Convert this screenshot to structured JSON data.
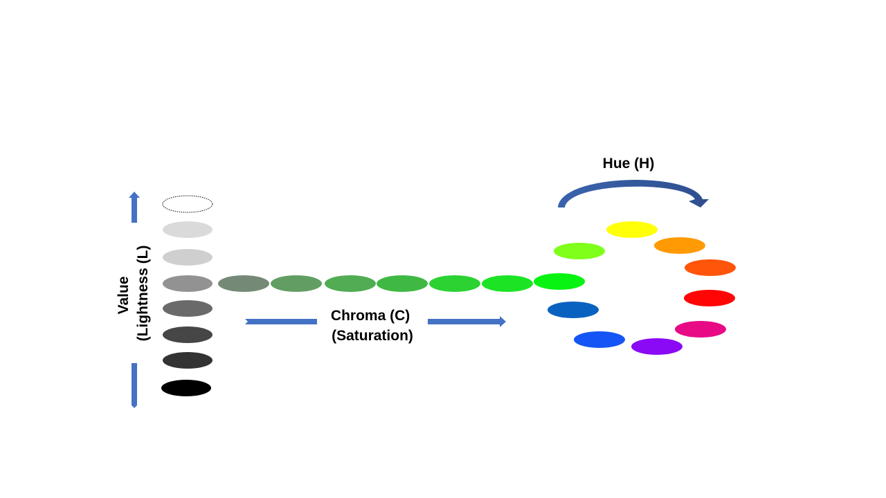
{
  "labels": {
    "value_line1": "Value",
    "value_line2": "(Lightness (L)",
    "chroma_line1": "Chroma (C)",
    "chroma_line2": "(Saturation)",
    "hue": "Hue (H)"
  },
  "colors": {
    "arrow": "#4472C4",
    "hue_arrow": "#3A60A8",
    "value_swatches": [
      "#FFFFFF",
      "#DADADA",
      "#CFCFCF",
      "#929292",
      "#6A6A6A",
      "#464646",
      "#333333",
      "#000000"
    ],
    "chroma_swatches": [
      "#758A76",
      "#629E64",
      "#51AC53",
      "#40B844",
      "#2BD232",
      "#1CE425",
      "#08F312"
    ],
    "hue_swatches": [
      "#7FFF1A",
      "#FFFF0A",
      "#FF9A05",
      "#FF550A",
      "#FF0505",
      "#E80A85",
      "#8A0AF5",
      "#1655F5",
      "#0A62C0"
    ]
  }
}
